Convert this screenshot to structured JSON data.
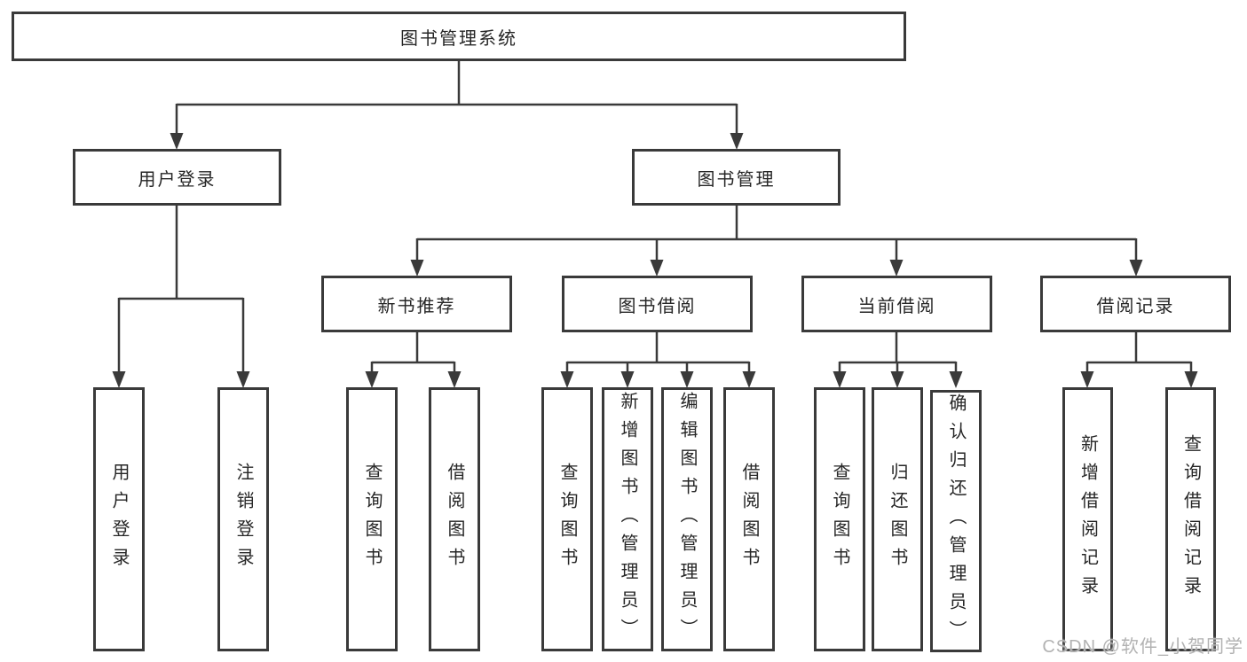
{
  "diagram": {
    "title": "图书管理系统",
    "level2": {
      "user_login": "用户登录",
      "book_management": "图书管理"
    },
    "level3": {
      "new_book_recommend": "新书推荐",
      "book_borrow": "图书借阅",
      "current_borrow": "当前借阅",
      "borrow_record": "借阅记录"
    },
    "leaves": {
      "login_1": "用户登录",
      "login_2": "注销登录",
      "recommend_1": "查询图书",
      "recommend_2": "借阅图书",
      "borrow_1": "查询图书",
      "borrow_2": "新增图书（管理员）",
      "borrow_3": "编辑图书（管理员）",
      "borrow_4": "借阅图书",
      "current_1": "查询图书",
      "current_2": "归还图书",
      "current_3": "确认归还（管理员）",
      "record_1": "新增借阅记录",
      "record_2": "查询借阅记录"
    }
  },
  "watermark": "CSDN @软件_小贺同学",
  "colors": {
    "border": "#3a3a3a",
    "line": "#3a3a3a",
    "text": "#262626",
    "watermark": "#b2b2b2",
    "background": "#ffffff"
  }
}
